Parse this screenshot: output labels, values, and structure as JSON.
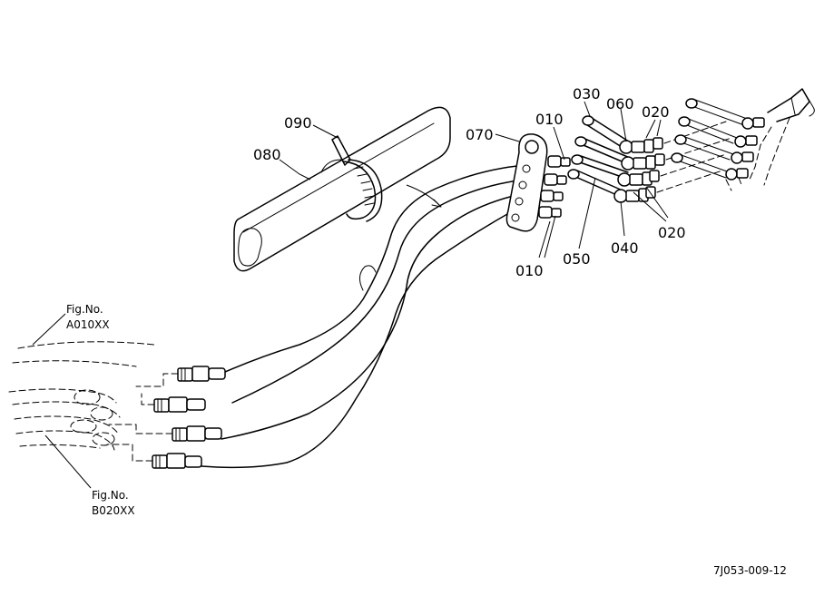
{
  "labels": {
    "p010_top": "010",
    "p010_bottom": "010",
    "p020_top": "020",
    "p020_bottom": "020",
    "p030": "030",
    "p040": "040",
    "p050": "050",
    "p060": "060",
    "p070": "070",
    "p080": "080",
    "p090": "090"
  },
  "refs": {
    "ref1_line1": "Fig.No.",
    "ref1_line2": "A010XX",
    "ref2_line1": "Fig.No.",
    "ref2_line2": "B020XX"
  },
  "drawing_code": "7J053-009-12"
}
